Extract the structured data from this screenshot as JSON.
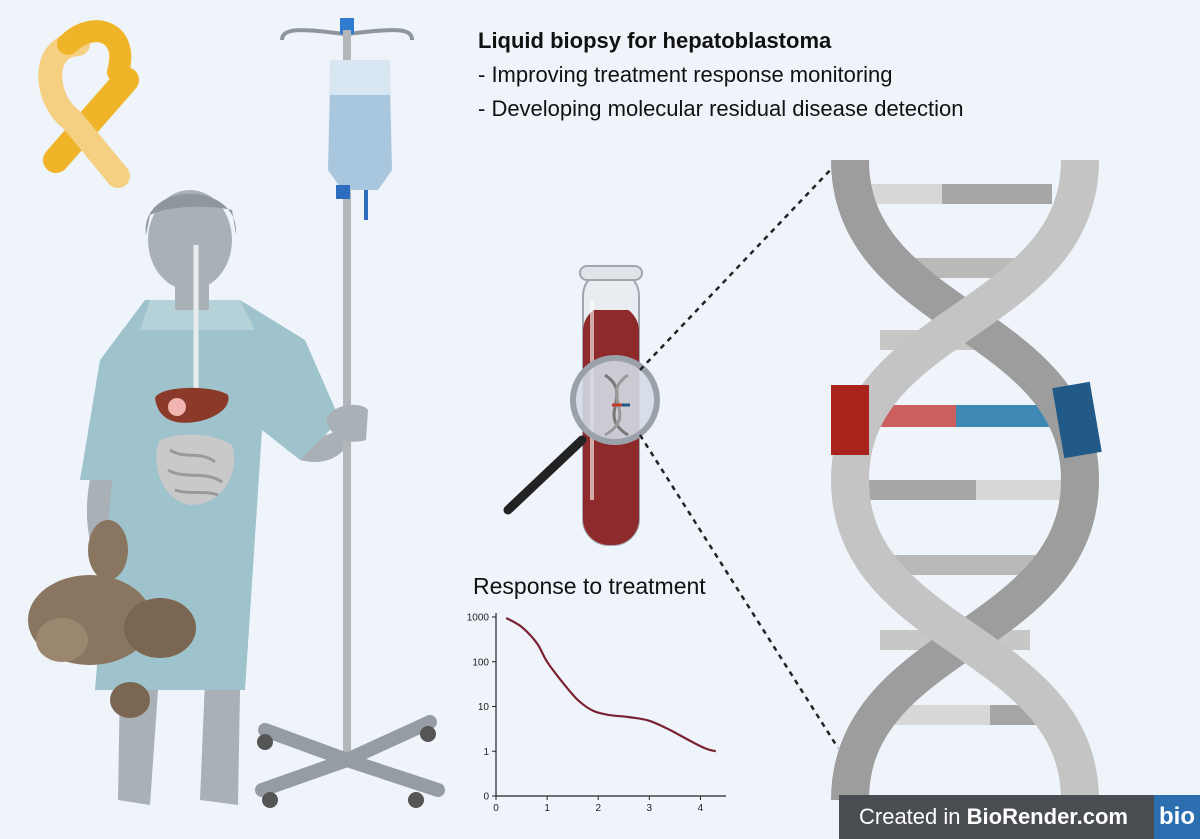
{
  "header": {
    "title": "Liquid biopsy for hepatoblastoma",
    "bullets": [
      "- Improving treatment response monitoring",
      "- Developing molecular residual disease detection"
    ]
  },
  "chart_title": "Response to treatment",
  "chart_data": {
    "type": "line",
    "title": "Response to treatment",
    "xlabel": "",
    "ylabel": "",
    "y_scale": "log",
    "xlim": [
      0,
      4.5
    ],
    "ylim": [
      0,
      1000
    ],
    "x_ticks": [
      "0",
      "1",
      "2",
      "3",
      "4"
    ],
    "y_ticks": [
      "0",
      "1",
      "10",
      "100",
      "1000"
    ],
    "series": [
      {
        "color": "#7a2233",
        "x": [
          0.2,
          0.5,
          0.8,
          1.0,
          1.3,
          1.6,
          1.9,
          2.2,
          2.6,
          3.0,
          3.4,
          3.8,
          4.1,
          4.3
        ],
        "y": [
          950,
          600,
          260,
          100,
          35,
          14,
          8,
          6.5,
          5.8,
          4.8,
          3.0,
          1.7,
          1.15,
          1.0
        ]
      }
    ]
  },
  "badge": {
    "prefix": "Created in ",
    "brand": "BioRender.com",
    "logo": "bio"
  },
  "colors": {
    "background": "#eff4fb",
    "ribbon": "#f0b429",
    "blood": "#8e2a2b",
    "dna_red": "#a8241c",
    "dna_blue": "#215a87"
  }
}
